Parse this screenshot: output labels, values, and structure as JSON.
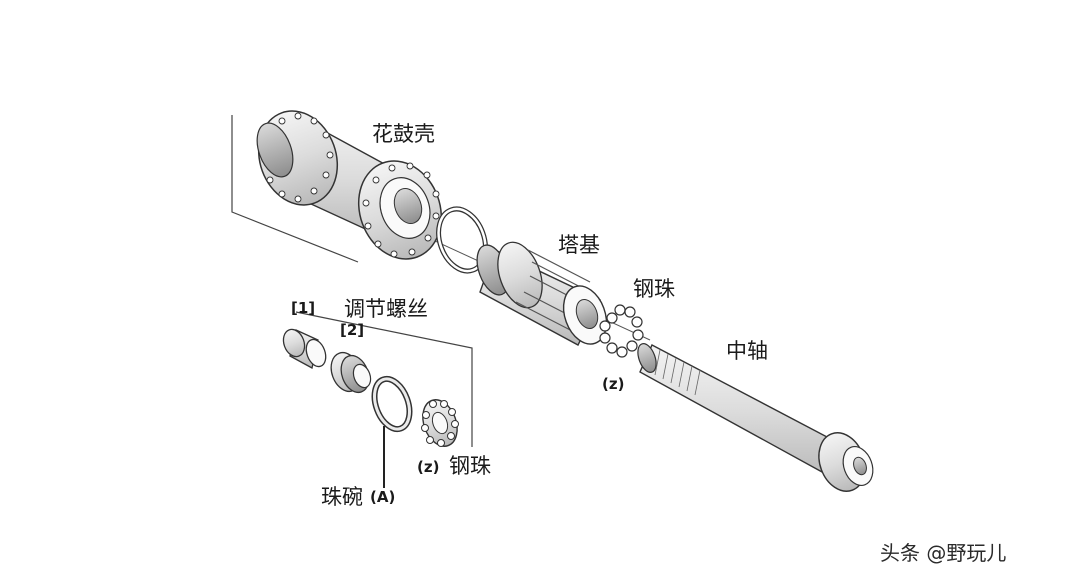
{
  "labels": {
    "hub_shell": "花鼓壳",
    "freehub_body": "塔基",
    "balls_right": "钢珠",
    "ball_z_right": "(z)",
    "axle": "中轴",
    "marker_1": "[1]",
    "marker_2": "[2]",
    "adjusting_nut": "调节螺丝",
    "ball_z_left": "(z)",
    "balls_left": "钢珠",
    "bearing_cup": "珠碗",
    "cup_a": "(A)"
  },
  "watermark": "头条 @野玩儿"
}
